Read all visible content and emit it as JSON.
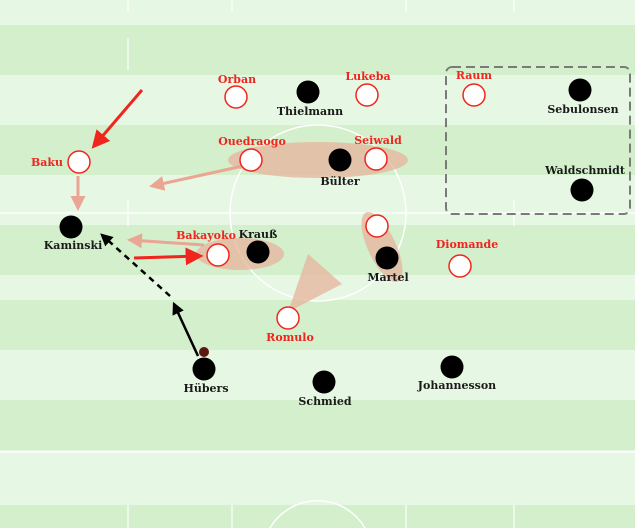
{
  "colors": {
    "stripe_light": "#e6f7e3",
    "stripe_dark": "#d3efcc",
    "pitch_line": "#ffffff",
    "black_team": "#000000",
    "red_team": "#f0251e",
    "pink_arrow": "#eba593",
    "pressing_shade": "#e8b49c",
    "black_arrow": "#000000",
    "ball": "#5a1a12"
  },
  "players": {
    "black": [
      {
        "id": "thielmann",
        "name": "Thielmann"
      },
      {
        "id": "sebulonsen",
        "name": "Sebulonsen"
      },
      {
        "id": "bulter",
        "name": "Bülter"
      },
      {
        "id": "waldschmidt",
        "name": "Waldschmidt"
      },
      {
        "id": "kaminski",
        "name": "Kaminski"
      },
      {
        "id": "krauss",
        "name": "Krauß"
      },
      {
        "id": "martel",
        "name": "Martel"
      },
      {
        "id": "hubers",
        "name": "Hübers"
      },
      {
        "id": "schmied",
        "name": "Schmied"
      },
      {
        "id": "johannesson",
        "name": "Johannesson"
      }
    ],
    "red": [
      {
        "id": "orban",
        "name": "Orban"
      },
      {
        "id": "lukeba",
        "name": "Lukeba"
      },
      {
        "id": "raum",
        "name": "Raum"
      },
      {
        "id": "ouedraogo",
        "name": "Ouedraogo"
      },
      {
        "id": "seiwald",
        "name": "Seiwald"
      },
      {
        "id": "baku",
        "name": "Baku"
      },
      {
        "id": "bakayoko",
        "name": "Bakayoko"
      },
      {
        "id": "red-unlabeled",
        "name": ""
      },
      {
        "id": "diomande",
        "name": "Diomande"
      },
      {
        "id": "romulo",
        "name": "Romulo"
      }
    ]
  }
}
